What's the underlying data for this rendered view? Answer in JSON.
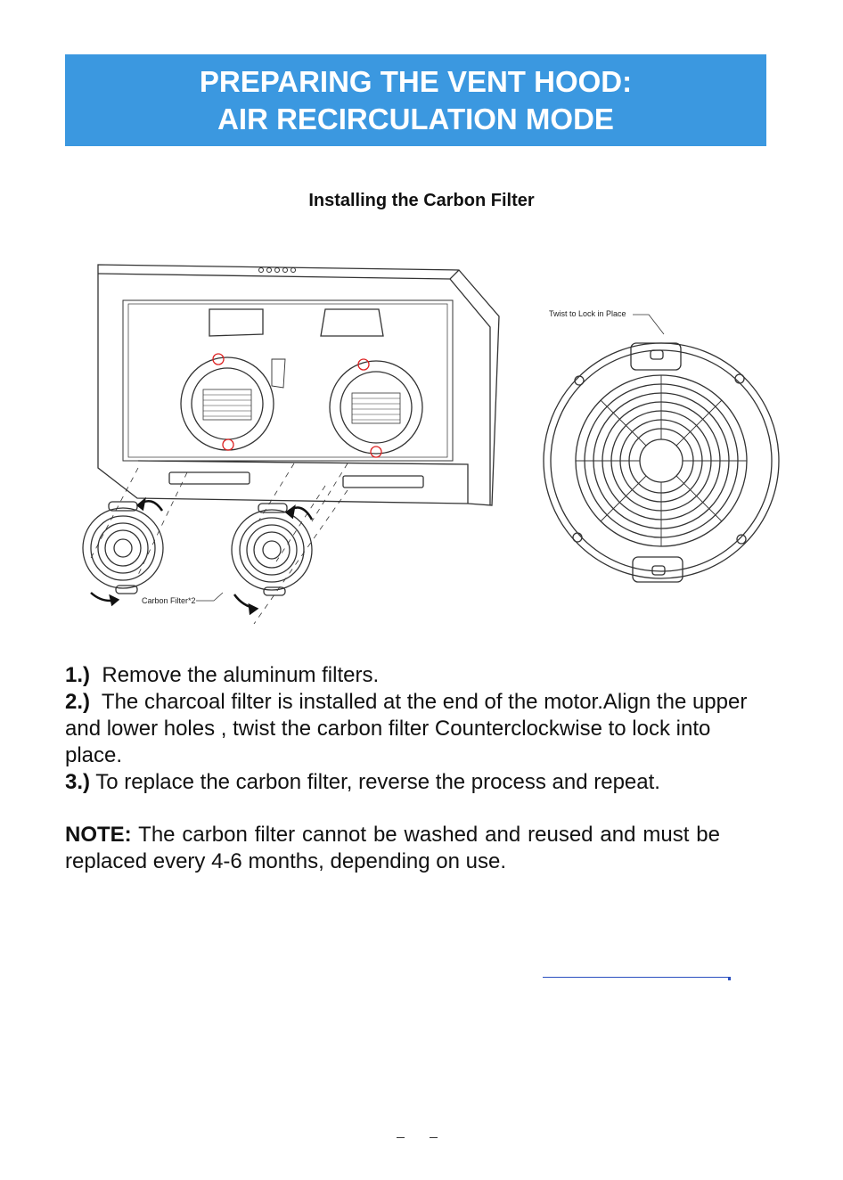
{
  "header": {
    "title_line1": "PREPARING THE VENT HOOD:",
    "title_line2": "AIR RECIRCULATION MODE",
    "bg_color": "#3b98e0"
  },
  "section": {
    "subtitle": "Installing the Carbon Filter"
  },
  "figure": {
    "label_twist": "Twist to Lock in Place",
    "label_filter": "Carbon Filter*2"
  },
  "steps": [
    {
      "num": "1.)",
      "text": "Remove the aluminum filters."
    },
    {
      "num": "2.)",
      "text": "The charcoal filter is installed at the end of the motor.Align the upper and lower holes , twist the carbon filter Counterclockwise to lock into place."
    },
    {
      "num": "3.)",
      "text": "To replace the carbon filter, reverse the process and repeat."
    }
  ],
  "note": {
    "label": "NOTE:",
    "text": "The carbon filter cannot be washed and reused and must be replaced every 4-6 months, depending on use."
  }
}
